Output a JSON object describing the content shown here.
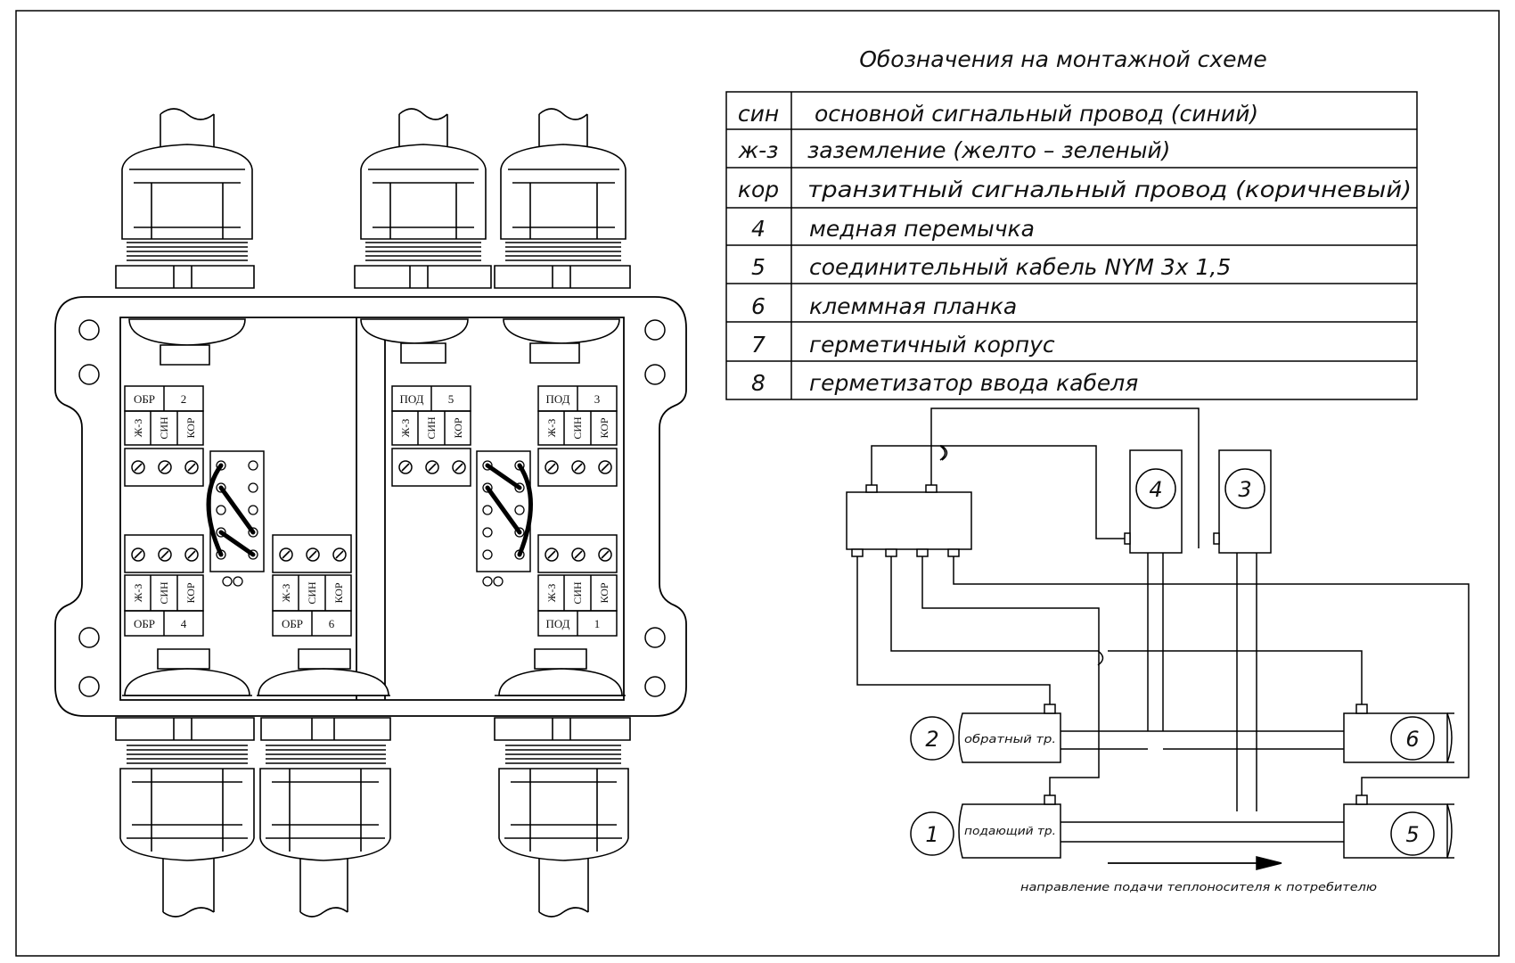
{
  "legend": {
    "title": "Обозначения на монтажной схеме",
    "rows": [
      {
        "code": "син",
        "text": "основной сигнальный провод (синий)"
      },
      {
        "code": "ж-з",
        "text": "заземление (желто – зеленый)"
      },
      {
        "code": "кор",
        "text": "транзитный сигнальный провод (коричневый)"
      },
      {
        "code": "4",
        "text": "медная перемычка"
      },
      {
        "code": "5",
        "text": "соединительный кабель NYM 3х 1,5"
      },
      {
        "code": "6",
        "text": "клеммная планка"
      },
      {
        "code": "7",
        "text": "герметичный корпус"
      },
      {
        "code": "8",
        "text": "герметизатор ввода кабеля"
      }
    ]
  },
  "terminal_blocks": [
    {
      "dir": "ОБР",
      "num": "2",
      "wires": [
        "Ж-З",
        "СИН",
        "КОР"
      ]
    },
    {
      "dir": "ПОД",
      "num": "5",
      "wires": [
        "Ж-З",
        "СИН",
        "КОР"
      ]
    },
    {
      "dir": "ПОД",
      "num": "3",
      "wires": [
        "Ж-З",
        "СИН",
        "КОР"
      ]
    },
    {
      "dir": "ОБР",
      "num": "4",
      "wires": [
        "Ж-З",
        "СИН",
        "КОР"
      ]
    },
    {
      "dir": "ОБР",
      "num": "6",
      "wires": [
        "Ж-З",
        "СИН",
        "КОР"
      ]
    },
    {
      "dir": "ПОД",
      "num": "1",
      "wires": [
        "Ж-З",
        "СИН",
        "КОР"
      ]
    }
  ],
  "schematic": {
    "pipes": {
      "return": "обратный тр.",
      "supply": "подающий тр."
    },
    "circle_labels": [
      "1",
      "2",
      "3",
      "4",
      "5",
      "6"
    ],
    "flow_caption": "направление подачи теплоносителя к потребителю"
  }
}
